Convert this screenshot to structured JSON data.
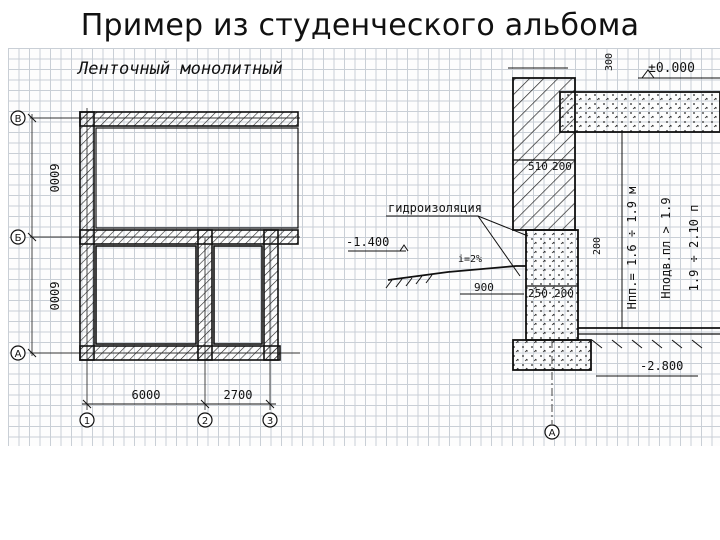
{
  "slide": {
    "title": "Пример из студенческого альбома"
  },
  "plan": {
    "heading": "Ленточный монолитный",
    "axes_rows": [
      "В",
      "Б",
      "А"
    ],
    "axes_cols": [
      "1",
      "2",
      "3"
    ],
    "dim_vertical": [
      "6000",
      "6000"
    ],
    "dim_horizontal": [
      "6000",
      "2700"
    ]
  },
  "section": {
    "top_dim": "300",
    "level_top": "±0.000",
    "wall_dim": "510",
    "wall_dim2": "200",
    "hydro_label": "гидроизоляция",
    "level_ground": "-1.400",
    "slope": "i=2%",
    "blind_area": "900",
    "pad_dim": "250",
    "pad_dim2": "200",
    "side_dim": "200",
    "level_bottom": "-2.800",
    "axis_label": "А",
    "note1": "Hпп.= 1.6 ÷ 1.9 м",
    "note2": "Нподв.пл > 1.9",
    "note3": "1.9 ÷ 2.10 п"
  }
}
